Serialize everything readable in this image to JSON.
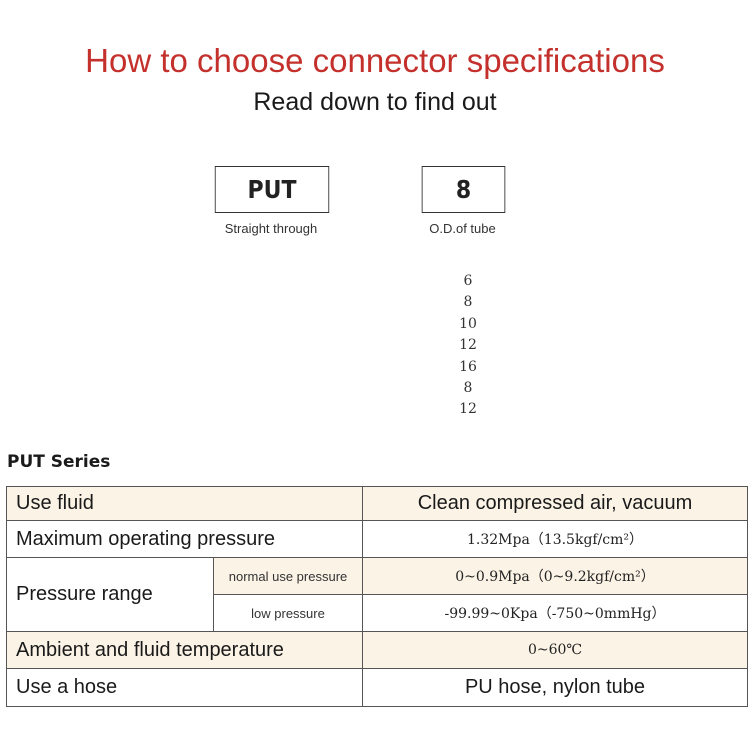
{
  "header": {
    "title": "How to choose connector specifications",
    "subtitle": "Read down to find out"
  },
  "code": {
    "model": "PUT",
    "model_caption": "Straight through",
    "size": "8",
    "size_caption": "O.D.of tube",
    "sizes": [
      "6",
      "8",
      "10",
      "12",
      "16",
      "8",
      "12"
    ]
  },
  "series_title": "PUT Series",
  "spec": {
    "use_fluid_label": "Use fluid",
    "use_fluid_value": "Clean compressed air, vacuum",
    "max_pressure_label": "Maximum operating pressure",
    "max_pressure_value": "1.32Mpa（13.5kgf/cm²）",
    "pressure_range_label": "Pressure range",
    "normal_label": "normal use pressure",
    "normal_value": "0~0.9Mpa（0~9.2kgf/cm²）",
    "low_label": "low pressure",
    "low_value": "-99.99~0Kpa（-750~0mmHg）",
    "temp_label": "Ambient and fluid temperature",
    "temp_value": "0~60℃",
    "hose_label": "Use a hose",
    "hose_value": "PU hose, nylon tube"
  },
  "colors": {
    "title": "#c4302b",
    "row_shade": "#fbf3e6"
  }
}
